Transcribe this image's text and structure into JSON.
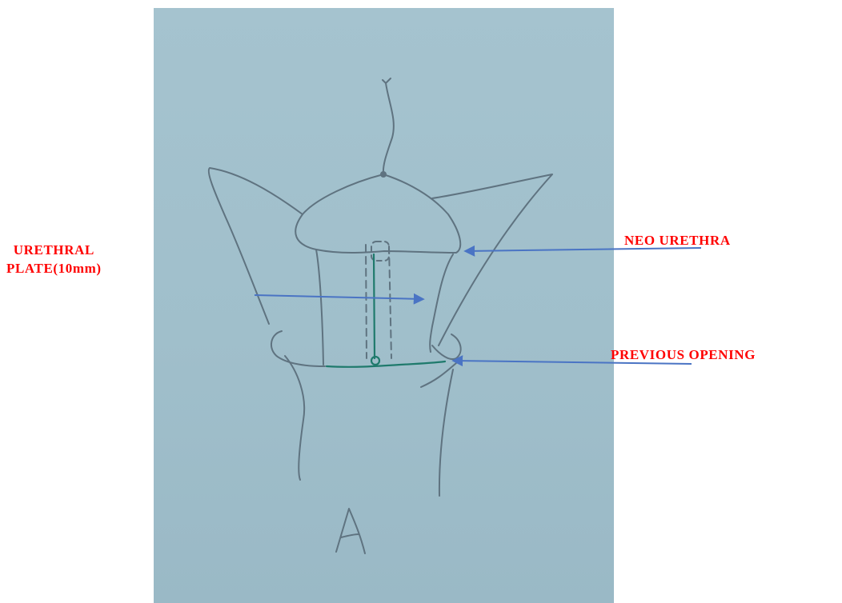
{
  "labels": {
    "urethral_plate_line1": "URETHRAL",
    "urethral_plate_line2": "PLATE(10mm)",
    "neo_urethra": "NEO URETHRA",
    "previous_opening": "PREVIOUS OPENING"
  },
  "sketch_letter": "A",
  "colors": {
    "label_text": "#ff0000",
    "arrow": "#4a74c4",
    "pencil": "#5f7380",
    "ink_teal": "#1f7a6c",
    "paper": "#a3c2ce"
  }
}
